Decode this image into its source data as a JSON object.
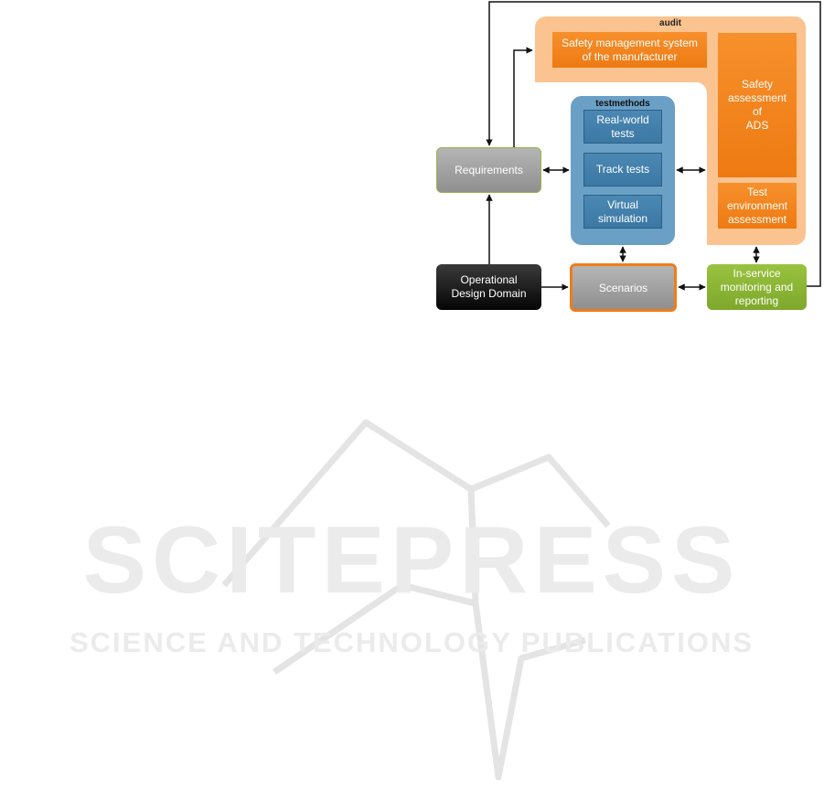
{
  "audit": {
    "title": "audit"
  },
  "safety_mgmt": {
    "label": "Safety management system\nof  the manufacturer"
  },
  "safety_assessment": {
    "label": "Safety\nassessment\nof\nADS"
  },
  "test_env": {
    "label": "Test\nenvironment\nassessment"
  },
  "testmethods": {
    "title": "testmethods",
    "items": [
      {
        "label": "Real-world\ntests"
      },
      {
        "label": "Track tests"
      },
      {
        "label": "Virtual\nsimulation"
      }
    ]
  },
  "requirements": {
    "label": "Requirements"
  },
  "odd": {
    "label": "Operational\nDesign Domain"
  },
  "scenarios": {
    "label": "Scenarios"
  },
  "in_service": {
    "label": "In-service\nmonitoring and\nreporting"
  },
  "watermark": {
    "line1": "SCITEPRESS",
    "line2": "SCIENCE AND TECHNOLOGY PUBLICATIONS"
  },
  "colors": {
    "audit_bg": "#fbc38f",
    "orange": "#f28420",
    "testmethods_bg": "#6a9fc6",
    "blue": "#3f7ca8",
    "grey": "#a0a0a0",
    "green": "#8cb535",
    "black": "#000000"
  }
}
